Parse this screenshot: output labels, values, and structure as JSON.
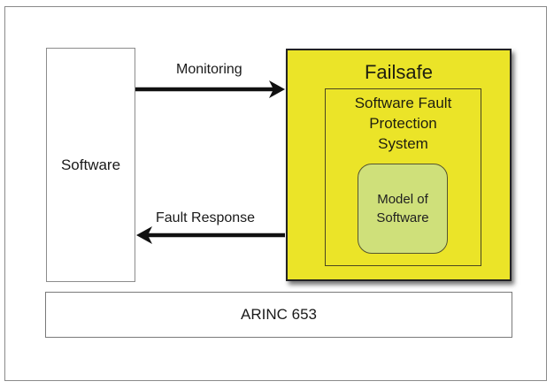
{
  "diagram": {
    "software": {
      "label": "Software"
    },
    "failsafe": {
      "title": "Failsafe",
      "fault_protection": {
        "title_lines": [
          "Software Fault",
          "Protection",
          "System"
        ],
        "model": {
          "label_lines": [
            "Model of",
            "Software"
          ]
        }
      }
    },
    "platform": {
      "label": "ARINC 653"
    },
    "connections": [
      {
        "label": "Monitoring",
        "from": "Software",
        "to": "Failsafe"
      },
      {
        "label": "Fault Response",
        "from": "Failsafe",
        "to": "Software"
      }
    ],
    "colors": {
      "failsafe_fill": "#ebe428",
      "model_fill": "#cfe07a",
      "arrow": "#111111"
    }
  }
}
